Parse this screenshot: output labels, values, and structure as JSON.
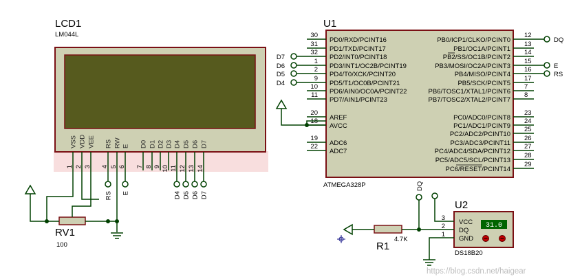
{
  "colors": {
    "wire": "#004000",
    "body_fill": "#ced0b3",
    "body_stroke": "#7a1014",
    "lcd_screen": "#565a1e",
    "lcd_pin_area": "#f8dede",
    "display_bg": "#006400",
    "pin_red": "#c00000",
    "watermark": "#bdbdbd"
  },
  "lcd1": {
    "designator": "LCD1",
    "model": "LM044L",
    "pin_names": [
      "VSS",
      "VDD",
      "VEE",
      "RS",
      "RW",
      "E",
      "D0",
      "D1",
      "D2",
      "D3",
      "D4",
      "D5",
      "D6",
      "D7"
    ],
    "pin_numbers": [
      "1",
      "2",
      "3",
      "4",
      "5",
      "6",
      "7",
      "8",
      "9",
      "10",
      "11",
      "12",
      "13",
      "14"
    ],
    "terminal_labels": [
      "RS",
      "E",
      "D4",
      "D5",
      "D6",
      "D7"
    ]
  },
  "u1": {
    "designator": "U1",
    "model": "ATMEGA328P",
    "left_pins": [
      {
        "num": "30",
        "name": "PD0/RXD/PCINT16"
      },
      {
        "num": "31",
        "name": "PD1/TXD/PCINT17"
      },
      {
        "num": "32",
        "name": "PD2/INT0/PCINT18"
      },
      {
        "num": "1",
        "name": "PD3/INT1/OC2B/PCINT19"
      },
      {
        "num": "2",
        "name": "PD4/T0/XCK/PCINT20"
      },
      {
        "num": "9",
        "name": "PD5/T1/OC0B/PCINT21"
      },
      {
        "num": "10",
        "name": "PD6/AIN0/OC0A/PCINT22"
      },
      {
        "num": "11",
        "name": "PD7/AIN1/PCINT23"
      },
      {
        "num": "20",
        "name": "AREF"
      },
      {
        "num": "18",
        "name": "AVCC"
      },
      {
        "num": "19",
        "name": "ADC6"
      },
      {
        "num": "22",
        "name": "ADC7"
      }
    ],
    "right_pins": [
      {
        "num": "12",
        "name": "PB0/ICP1/CLKO/PCINT0"
      },
      {
        "num": "13",
        "name": "PB1/OC1A/PCINT1"
      },
      {
        "num": "14",
        "name": "PB2/SS/OC1B/PCINT2"
      },
      {
        "num": "15",
        "name": "PB3/MOSI/OC2A/PCINT3"
      },
      {
        "num": "16",
        "name": "PB4/MISO/PCINT4"
      },
      {
        "num": "17",
        "name": "PB5/SCK/PCINT5"
      },
      {
        "num": "7",
        "name": "PB6/TOSC1/XTAL1/PCINT6"
      },
      {
        "num": "8",
        "name": "PB7/TOSC2/XTAL2/PCINT7"
      },
      {
        "num": "23",
        "name": "PC0/ADC0/PCINT8"
      },
      {
        "num": "24",
        "name": "PC1/ADC1/PCINT9"
      },
      {
        "num": "25",
        "name": "PC2/ADC2/PCINT10"
      },
      {
        "num": "26",
        "name": "PC3/ADC3/PCINT11"
      },
      {
        "num": "27",
        "name": "PC4/ADC4/SDA/PCINT12"
      },
      {
        "num": "28",
        "name": "PC5/ADC5/SCL/PCINT13"
      },
      {
        "num": "29",
        "name": "PC6/RESET/PCINT14"
      }
    ],
    "left_terminals": [
      "D7",
      "D6",
      "D5",
      "D4"
    ],
    "right_terminals": [
      "DQ",
      "E",
      "RS"
    ]
  },
  "rv1": {
    "designator": "RV1",
    "value": "100"
  },
  "r1": {
    "designator": "R1",
    "value": "4.7K"
  },
  "u2": {
    "designator": "U2",
    "model": "DS18B20",
    "pins": [
      {
        "num": "3",
        "name": "VCC"
      },
      {
        "num": "2",
        "name": "DQ"
      },
      {
        "num": "1",
        "name": "GND"
      }
    ],
    "display": "31.0",
    "net_label": "DQ"
  },
  "watermark": "https://blog.csdn.net/haigear"
}
